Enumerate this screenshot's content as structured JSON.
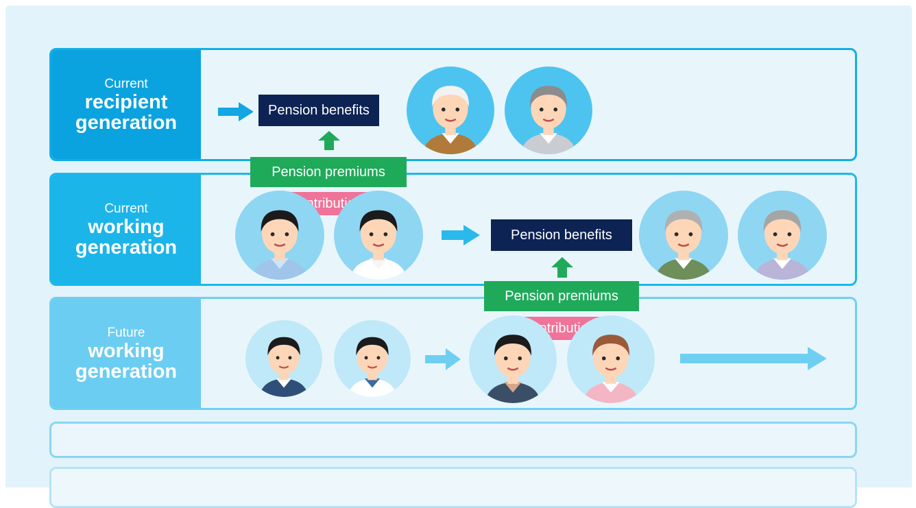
{
  "generations": [
    {
      "label_small": "Current",
      "label_big_1": "recipient",
      "label_big_2": "generation"
    },
    {
      "label_small": "Current",
      "label_big_1": "working",
      "label_big_2": "generation"
    },
    {
      "label_small": "Future",
      "label_big_1": "working",
      "label_big_2": "generation"
    }
  ],
  "labels": {
    "pension_benefits": "Pension benefits",
    "pension_premiums": "Pension premiums",
    "contributions": "Contributions"
  },
  "colors": {
    "recipient": "#0aa3e0",
    "working": "#1bb5ea",
    "future": "#6bcdf1",
    "benefits_box": "#0d2354",
    "premiums_box": "#1faa5a",
    "contributions_box": "#f0739a"
  },
  "people": [
    {
      "name": "elderly-man-avatar",
      "hair": "#f2f2f2",
      "skin": "#fdd6b8",
      "shirt": "#b07a3a",
      "collar": "#ffffff",
      "bg": "#4dc4f0"
    },
    {
      "name": "elderly-woman-avatar",
      "hair": "#8c8c8c",
      "skin": "#fdd6b8",
      "shirt": "#c9cdd1",
      "collar": "#ffffff",
      "bg": "#4dc4f0"
    },
    {
      "name": "working-man-avatar",
      "hair": "#1b1b1b",
      "skin": "#fdd6b8",
      "shirt": "#9fc5ea",
      "collar": "#cfe4f6",
      "bg": "#8fd6f3"
    },
    {
      "name": "working-woman-avatar",
      "hair": "#1b1b1b",
      "skin": "#fdd6b8",
      "shirt": "#ffffff",
      "collar": "#f5f5f5",
      "bg": "#8fd6f3"
    },
    {
      "name": "future-elderly-man-avatar",
      "hair": "#b0b0b0",
      "skin": "#fdd6b8",
      "shirt": "#6e8e5a",
      "collar": "#ffffff",
      "bg": "#8fd6f3"
    },
    {
      "name": "future-elderly-woman-avatar",
      "hair": "#a5a5a5",
      "skin": "#fdd6b8",
      "shirt": "#b9b4d8",
      "collar": "#ffffff",
      "bg": "#8fd6f3"
    },
    {
      "name": "boy-avatar",
      "hair": "#1b1b1b",
      "skin": "#fdd6b8",
      "shirt": "#2f4f78",
      "collar": "#ffffff",
      "bg": "#bfe8f8"
    },
    {
      "name": "girl-avatar",
      "hair": "#1b1b1b",
      "skin": "#fdd6b8",
      "shirt": "#ffffff",
      "collar": "#3b6aa0",
      "bg": "#bfe8f8"
    },
    {
      "name": "young-man-avatar",
      "hair": "#1b1b1b",
      "skin": "#fdd6b8",
      "shirt": "#3a4f66",
      "collar": "#d7a58a",
      "bg": "#bfe8f8"
    },
    {
      "name": "young-woman-avatar",
      "hair": "#9a5a3a",
      "skin": "#fdd6b8",
      "shirt": "#f4b6c4",
      "collar": "#ffffff",
      "bg": "#bfe8f8"
    }
  ]
}
